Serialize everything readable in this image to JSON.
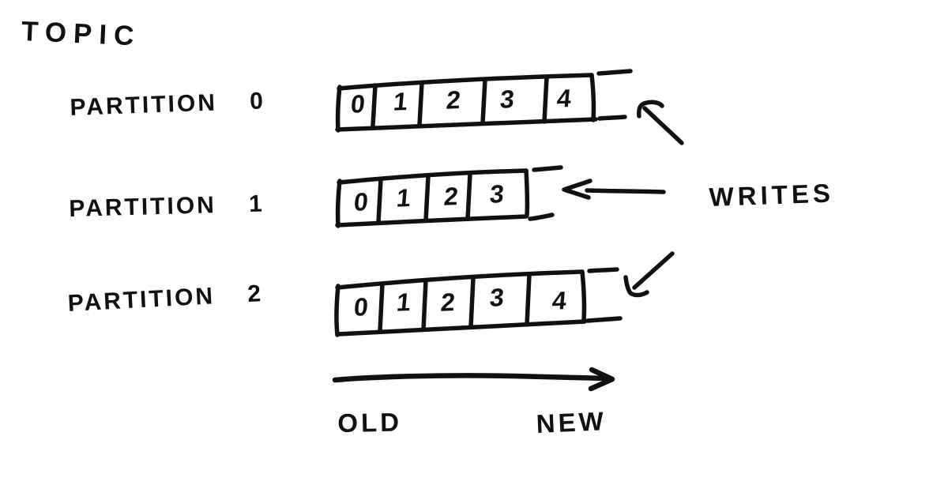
{
  "diagram": {
    "title": "TOPIC",
    "writes_label": "WRITES",
    "axis": {
      "old": "OLD",
      "new": "NEW"
    },
    "partitions": [
      {
        "label": "PARTITION 0",
        "cells": [
          "0",
          "1",
          "2",
          "3",
          "4"
        ]
      },
      {
        "label": "PARTITION 1",
        "cells": [
          "0",
          "1",
          "2",
          "3"
        ]
      },
      {
        "label": "PARTITION 2",
        "cells": [
          "0",
          "1",
          "2",
          "3",
          "4"
        ]
      }
    ],
    "colors": {
      "ink": "#111111",
      "background": "#ffffff"
    },
    "style": "hand-drawn sketch"
  }
}
